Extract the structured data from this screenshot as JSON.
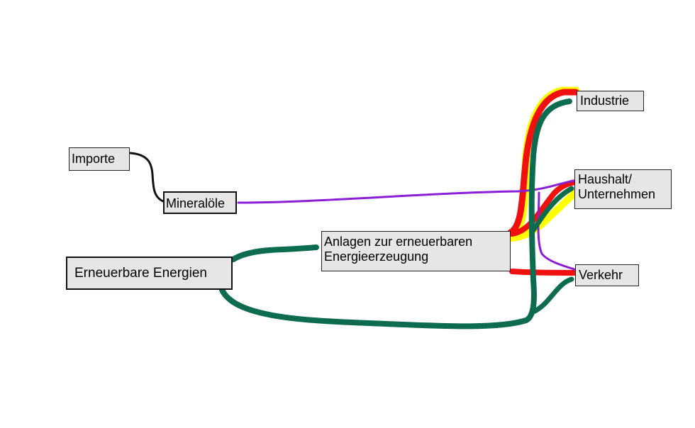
{
  "nodes": {
    "importe": "Importe",
    "mineraloele": "Mineralöle",
    "erneuerbare": "Erneuerbare Energien",
    "anlagen": "Anlagen zur erneuerbaren Energieerzeugung",
    "industrie": "Industrie",
    "haushalt": "Haushalt/ Unternehmen",
    "verkehr": "Verkehr"
  },
  "flow_colors": {
    "import": "#111111",
    "mineraloel": "#8a1fd6",
    "renewable": "#0d6b4f",
    "red": "#f01010",
    "yellow": "#ffff00"
  }
}
